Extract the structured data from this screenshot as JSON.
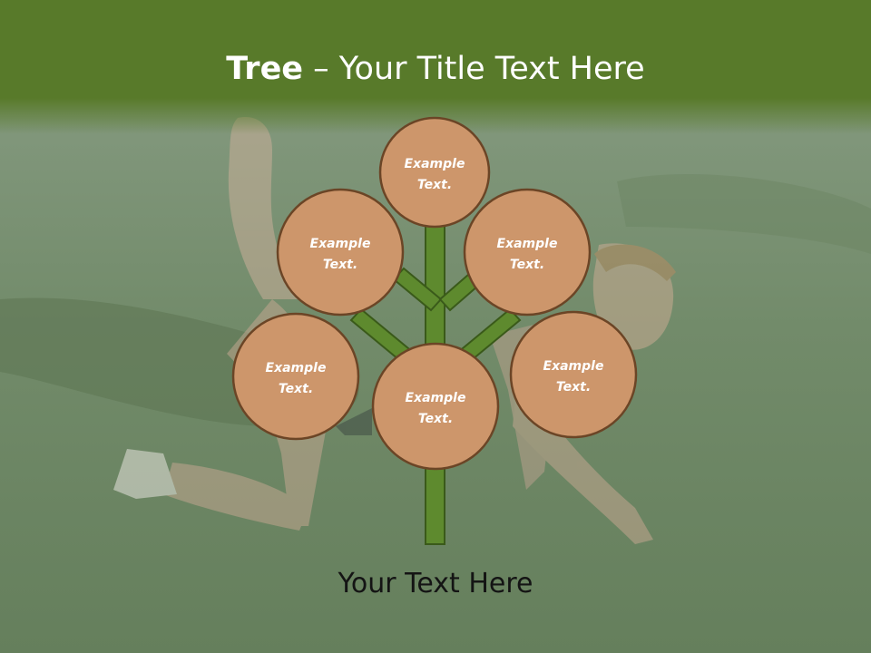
{
  "title": {
    "strong": "Tree",
    "rest": " – Your Title Text Here"
  },
  "nodes": [
    {
      "id": "top",
      "label_line1": "Example",
      "label_line2": "Text."
    },
    {
      "id": "upper-left",
      "label_line1": "Example",
      "label_line2": "Text."
    },
    {
      "id": "upper-right",
      "label_line1": "Example",
      "label_line2": "Text."
    },
    {
      "id": "lower-left",
      "label_line1": "Example",
      "label_line2": "Text."
    },
    {
      "id": "center",
      "label_line1": "Example",
      "label_line2": "Text."
    },
    {
      "id": "lower-right",
      "label_line1": "Example",
      "label_line2": "Text."
    }
  ],
  "caption": "Your Text Here",
  "colors": {
    "title_bar": "#587a2a",
    "title_text": "#ffffff",
    "node_fill": "#cd966b",
    "node_stroke": "#6b4526",
    "trunk_fill": "#5e8a2e",
    "trunk_stroke": "#3a5a1a",
    "caption_text": "#141414"
  },
  "background": {
    "subject": "woman stretching on grass field",
    "icon": "photo-background"
  }
}
